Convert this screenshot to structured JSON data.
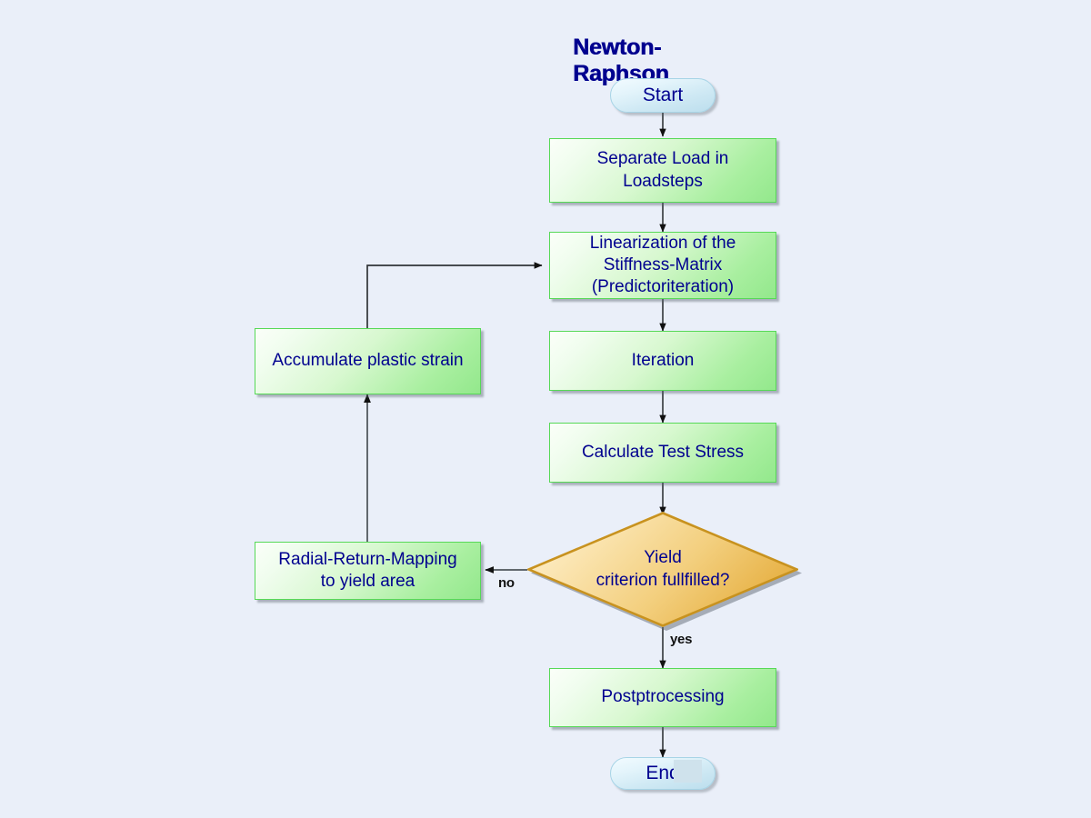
{
  "diagram": {
    "title": "Newton-Raphson",
    "type": "flowchart",
    "background_color": "#eaeff9",
    "palette": {
      "process_fill": "#a9efa0",
      "process_border": "#57d957",
      "terminator_fill": "#cfe9f4",
      "terminator_border": "#a7d4e6",
      "decision_fill": "#e8b44a",
      "decision_border": "#c8921f",
      "text_color": "#00008f",
      "edge_color": "#4a4f55",
      "label_color": "#111111"
    },
    "nodes": [
      {
        "id": "start",
        "label": "Start",
        "shape": "terminator"
      },
      {
        "id": "separate",
        "label": "Separate Load in\nLoadsteps",
        "shape": "process"
      },
      {
        "id": "linearize",
        "label": "Linearization of the\nStiffness-Matrix\n(Predictoriteration)",
        "shape": "process"
      },
      {
        "id": "iteration",
        "label": "Iteration",
        "shape": "process"
      },
      {
        "id": "calcstress",
        "label": "Calculate Test Stress",
        "shape": "process"
      },
      {
        "id": "yield",
        "label": "Yield\ncriterion fullfilled?",
        "shape": "decision"
      },
      {
        "id": "radial",
        "label": "Radial-Return-Mapping\nto yield area",
        "shape": "process"
      },
      {
        "id": "accumulate",
        "label": "Accumulate plastic strain",
        "shape": "process"
      },
      {
        "id": "post",
        "label": "Postptrocessing",
        "shape": "process"
      },
      {
        "id": "end",
        "label": "End",
        "shape": "terminator"
      }
    ],
    "edges": [
      {
        "from": "start",
        "to": "separate",
        "label": ""
      },
      {
        "from": "separate",
        "to": "linearize",
        "label": ""
      },
      {
        "from": "linearize",
        "to": "iteration",
        "label": ""
      },
      {
        "from": "iteration",
        "to": "calcstress",
        "label": ""
      },
      {
        "from": "calcstress",
        "to": "yield",
        "label": ""
      },
      {
        "from": "yield",
        "to": "radial",
        "label": "no"
      },
      {
        "from": "yield",
        "to": "post",
        "label": "yes"
      },
      {
        "from": "radial",
        "to": "accumulate",
        "label": ""
      },
      {
        "from": "accumulate",
        "to": "linearize",
        "label": ""
      },
      {
        "from": "post",
        "to": "end",
        "label": ""
      }
    ],
    "edge_labels": {
      "no": "no",
      "yes": "yes"
    }
  }
}
